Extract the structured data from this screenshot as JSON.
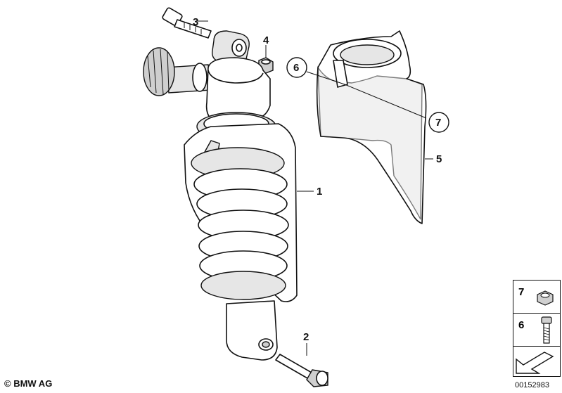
{
  "callouts": {
    "c1": "1",
    "c2": "2",
    "c3": "3",
    "c4": "4",
    "c5": "5",
    "c6": "6",
    "c7": "7"
  },
  "legend": {
    "row_top": "7",
    "row_bottom": "6"
  },
  "footer": {
    "copyright": "© BMW AG",
    "doc_number": "00152983"
  }
}
